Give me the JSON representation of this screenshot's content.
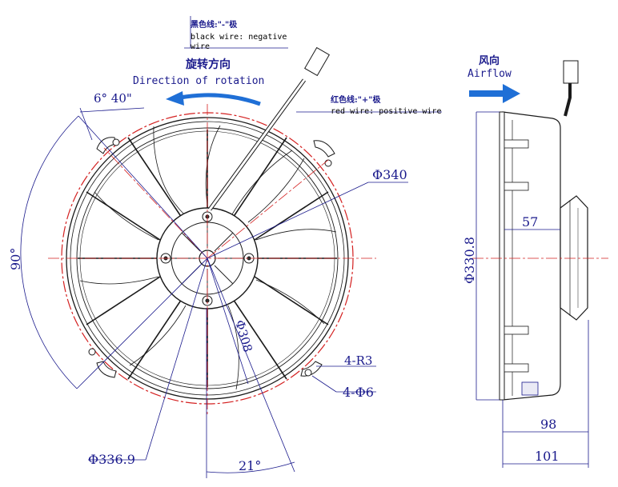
{
  "labels": {
    "black_wire_cn": "黑色线:\"-\"极",
    "black_wire_en": "black wire: negative",
    "black_wire_en2": "wire",
    "red_wire_cn": "红色线:\"+\"极",
    "red_wire_en": "red wire: positive wire",
    "rotation_cn": "旋转方向",
    "rotation_en": "Direction of rotation",
    "airflow_cn": "风向",
    "airflow_en": "Airflow",
    "angle_small": "6° 40\"",
    "angle_90": "90°",
    "angle_21": "21°",
    "dia_340": "Φ340",
    "dia_308": "Φ308",
    "dia_336": "Φ336.9",
    "dia_330": "Φ330.8",
    "r3": "4-R3",
    "holes": "4-Φ6",
    "dim_57": "57",
    "dim_98": "98",
    "dim_101": "101"
  },
  "colors": {
    "line": "#1a1a1a",
    "dimension": "#1a1a8c",
    "centerline": "#d42020",
    "arrow": "#1f6fd6"
  }
}
